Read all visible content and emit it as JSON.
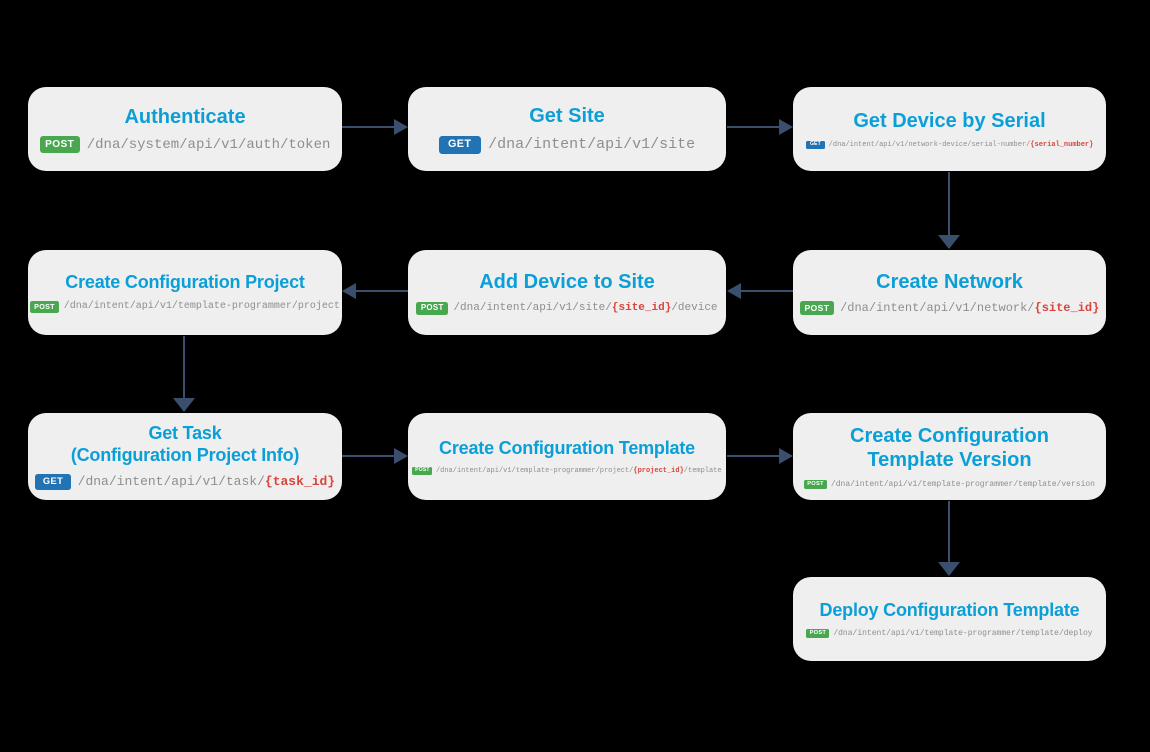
{
  "colors": {
    "background": "#000000",
    "node_bg": "#efefef",
    "title_blue": "#0b9fd8",
    "post_green": "#49a84f",
    "get_blue": "#2173b4",
    "path_gray": "#8e8e8e",
    "param_red": "#d9453c",
    "arrow_navy": "#3a4f6e"
  },
  "nodes": [
    {
      "title": "Authenticate",
      "method": "POST",
      "path_segments": [
        {
          "text": "/dna/system/api/v1/auth/token",
          "param": false
        }
      ]
    },
    {
      "title": "Get Site",
      "method": "GET",
      "path_segments": [
        {
          "text": "/dna/intent/api/v1/site",
          "param": false
        }
      ]
    },
    {
      "title": "Get Device by Serial",
      "method": "GET",
      "path_segments": [
        {
          "text": "/dna/intent/api/v1/network-device/serial-number/",
          "param": false
        },
        {
          "text": "{serial_number}",
          "param": true
        }
      ]
    },
    {
      "title": "Create Network",
      "method": "POST",
      "path_segments": [
        {
          "text": "/dna/intent/api/v1/network/",
          "param": false
        },
        {
          "text": "{site_id}",
          "param": true
        }
      ]
    },
    {
      "title": "Add Device to Site",
      "method": "POST",
      "path_segments": [
        {
          "text": "/dna/intent/api/v1/site/",
          "param": false
        },
        {
          "text": "{site_id}",
          "param": true
        },
        {
          "text": "/device",
          "param": false
        }
      ]
    },
    {
      "title": "Create Configuration Project",
      "method": "POST",
      "path_segments": [
        {
          "text": "/dna/intent/api/v1/template-programmer/project",
          "param": false
        }
      ]
    },
    {
      "title": "Get Task\n(Configuration Project Info)",
      "method": "GET",
      "path_segments": [
        {
          "text": "/dna/intent/api/v1/task/",
          "param": false
        },
        {
          "text": "{task_id}",
          "param": true
        }
      ]
    },
    {
      "title": "Create Configuration Template",
      "method": "POST",
      "path_segments": [
        {
          "text": "/dna/intent/api/v1/template-programmer/project/",
          "param": false
        },
        {
          "text": "{project_id}",
          "param": true
        },
        {
          "text": "/template",
          "param": false
        }
      ]
    },
    {
      "title": "Create Configuration\nTemplate Version",
      "method": "POST",
      "path_segments": [
        {
          "text": "/dna/intent/api/v1/template-programmer/template/version",
          "param": false
        }
      ]
    },
    {
      "title": "Deploy Configuration Template",
      "method": "POST",
      "path_segments": [
        {
          "text": "/dna/intent/api/v1/template-programmer/template/deploy",
          "param": false
        }
      ]
    }
  ],
  "connections": [
    {
      "from": "Authenticate",
      "to": "Get Site"
    },
    {
      "from": "Get Site",
      "to": "Get Device by Serial"
    },
    {
      "from": "Get Device by Serial",
      "to": "Create Network"
    },
    {
      "from": "Create Network",
      "to": "Add Device to Site"
    },
    {
      "from": "Add Device to Site",
      "to": "Create Configuration Project"
    },
    {
      "from": "Create Configuration Project",
      "to": "Get Task (Configuration Project Info)"
    },
    {
      "from": "Get Task (Configuration Project Info)",
      "to": "Create Configuration Template"
    },
    {
      "from": "Create Configuration Template",
      "to": "Create Configuration Template Version"
    },
    {
      "from": "Create Configuration Template Version",
      "to": "Deploy Configuration Template"
    }
  ]
}
